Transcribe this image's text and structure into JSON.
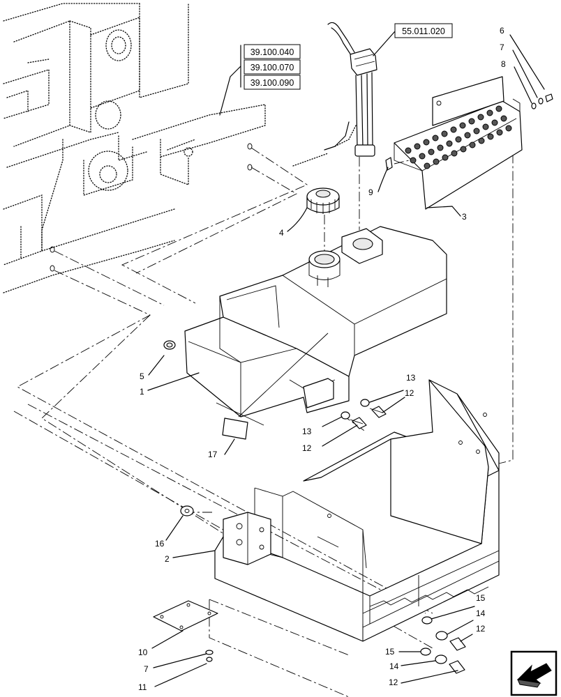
{
  "references": [
    "39.100.040",
    "39.100.070",
    "39.100.090",
    "55.011.020"
  ],
  "callouts": {
    "c1": "1",
    "c2": "2",
    "c3": "3",
    "c4": "4",
    "c5": "5",
    "c6": "6",
    "c7a": "7",
    "c7b": "7",
    "c8": "8",
    "c9": "9",
    "c10": "10",
    "c11": "11",
    "c12a": "12",
    "c12b": "12",
    "c12c": "12",
    "c12d": "12",
    "c13a": "13",
    "c13b": "13",
    "c14a": "14",
    "c14b": "14",
    "c15a": "15",
    "c15b": "15",
    "c16": "16",
    "c17": "17"
  },
  "icons": {
    "nav": "previous-page-arrow-icon"
  }
}
